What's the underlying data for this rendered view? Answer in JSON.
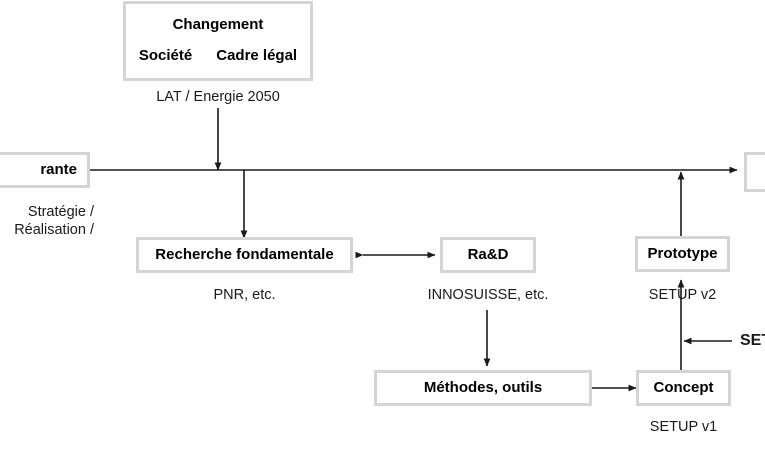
{
  "diagram": {
    "title_hidden": "",
    "nodes": {
      "changement": {
        "title": "Changement",
        "sub_left": "Société",
        "sub_right": "Cadre légal",
        "caption": "LAT / Energie 2050"
      },
      "left_cut": {
        "label": "rante",
        "caption_line1": "Stratégie /",
        "caption_line2": "Réalisation /"
      },
      "recherche": {
        "label": "Recherche fondamentale",
        "caption": "PNR, etc."
      },
      "rad": {
        "label": "Ra&D",
        "caption": "INNOSUISSE, etc."
      },
      "prototype": {
        "label": "Prototype",
        "caption": "SETUP v2"
      },
      "methodes": {
        "label": "Méthodes, outils"
      },
      "concept": {
        "label": "Concept",
        "caption": "SETUP v1"
      },
      "right_cut": {
        "label": ""
      },
      "setup_right": {
        "label": "SET"
      }
    },
    "colors": {
      "box_border": "#d4d4d4",
      "line": "#1a1a1a",
      "text": "#000000",
      "background": "#ffffff"
    }
  }
}
